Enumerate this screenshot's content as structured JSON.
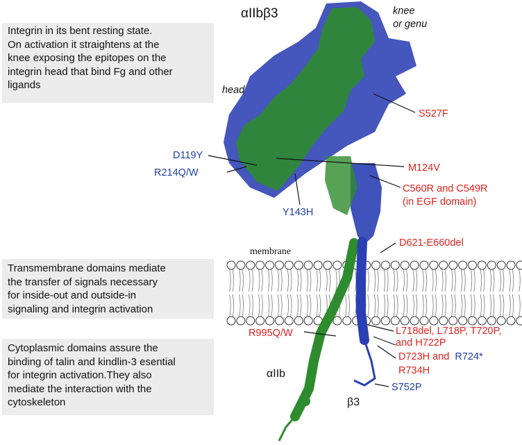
{
  "title": "αIIbβ3",
  "labels": {
    "knee": "knee",
    "genu": "or genu",
    "head": "head",
    "membrane": "membrane",
    "alpha_chain": "αIIb",
    "beta_chain": "β3"
  },
  "notes": {
    "bent_state": [
      "Integrin in its bent resting state.",
      "On  activation it straightens at the",
      "knee  exposing the epitopes on the",
      "integrin head that bind Fg and other",
      "ligands"
    ],
    "transmembrane": [
      "Transmembrane domains mediate",
      "the transfer of signals necessary",
      "for inside-out and outside-in",
      "signaling and integrin activation"
    ],
    "cytoplasmic": [
      "Cytoplasmic domains assure the",
      "binding of talin and kindlin-3 esential",
      "for integrin activation.They also",
      "mediate the interaction with the",
      "cytoskeleton"
    ]
  },
  "mutations": {
    "s527f": "S527F",
    "d119y": "D119Y",
    "r214": "R214Q/W",
    "m124v": "M124V",
    "c560r_1": "C560R and C549R",
    "c560r_2": "(in EGF domain)",
    "y143h": "Y143H",
    "d621": "D621-E660del",
    "l718_1": "L718del, L718P, T720P,",
    "l718_2": "and H722P",
    "r995": "R995Q/W",
    "d723h": "D723H and",
    "r724": "R724*",
    "r734h": "R734H",
    "s752p": "S752P"
  },
  "colors": {
    "red": "#e0211d",
    "blue": "#1f3fa8",
    "green": "#2e8b2e",
    "note_bg": "#ececec"
  }
}
